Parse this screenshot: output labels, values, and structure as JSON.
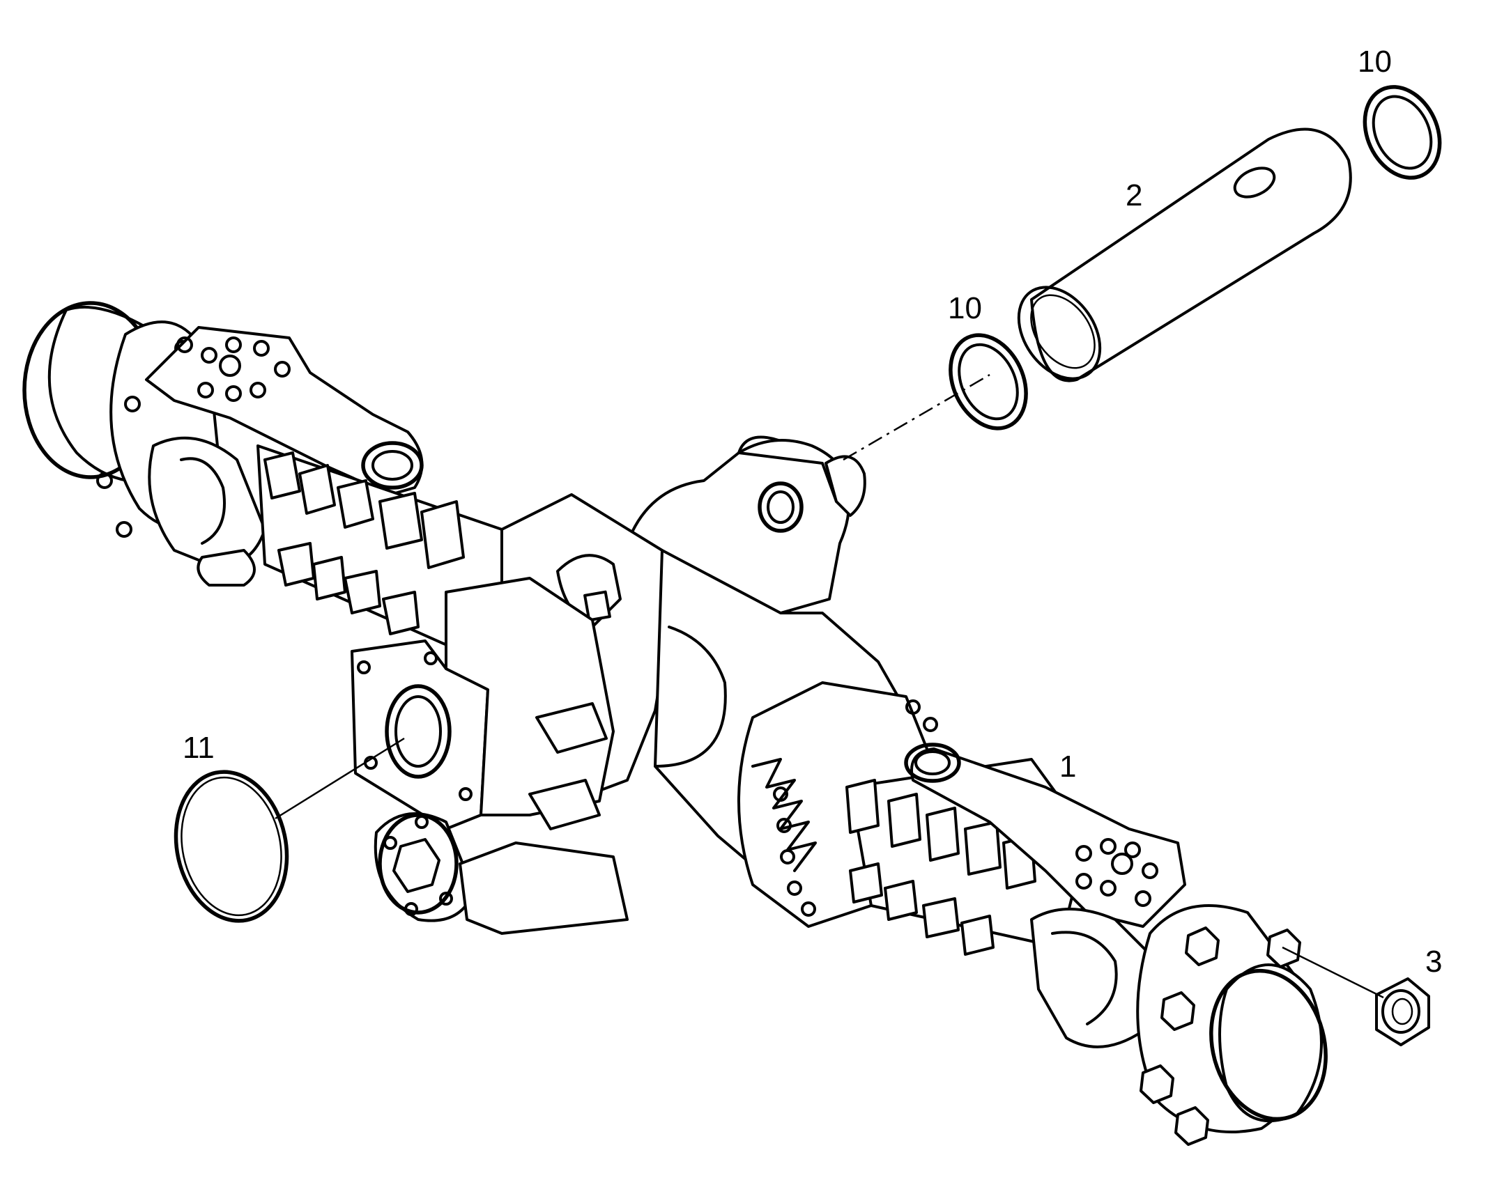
{
  "callouts": [
    {
      "id": "1",
      "label": "1"
    },
    {
      "id": "2",
      "label": "2"
    },
    {
      "id": "3",
      "label": "3"
    },
    {
      "id": "10a",
      "label": "10"
    },
    {
      "id": "10b",
      "label": "10"
    },
    {
      "id": "11",
      "label": "11"
    }
  ]
}
